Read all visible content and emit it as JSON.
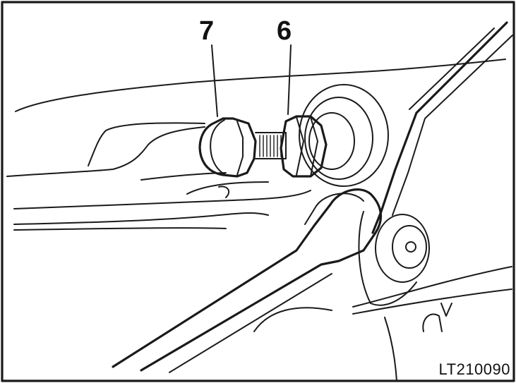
{
  "callouts": {
    "part_7": "7",
    "part_6": "6"
  },
  "figure_code": "LT210090"
}
